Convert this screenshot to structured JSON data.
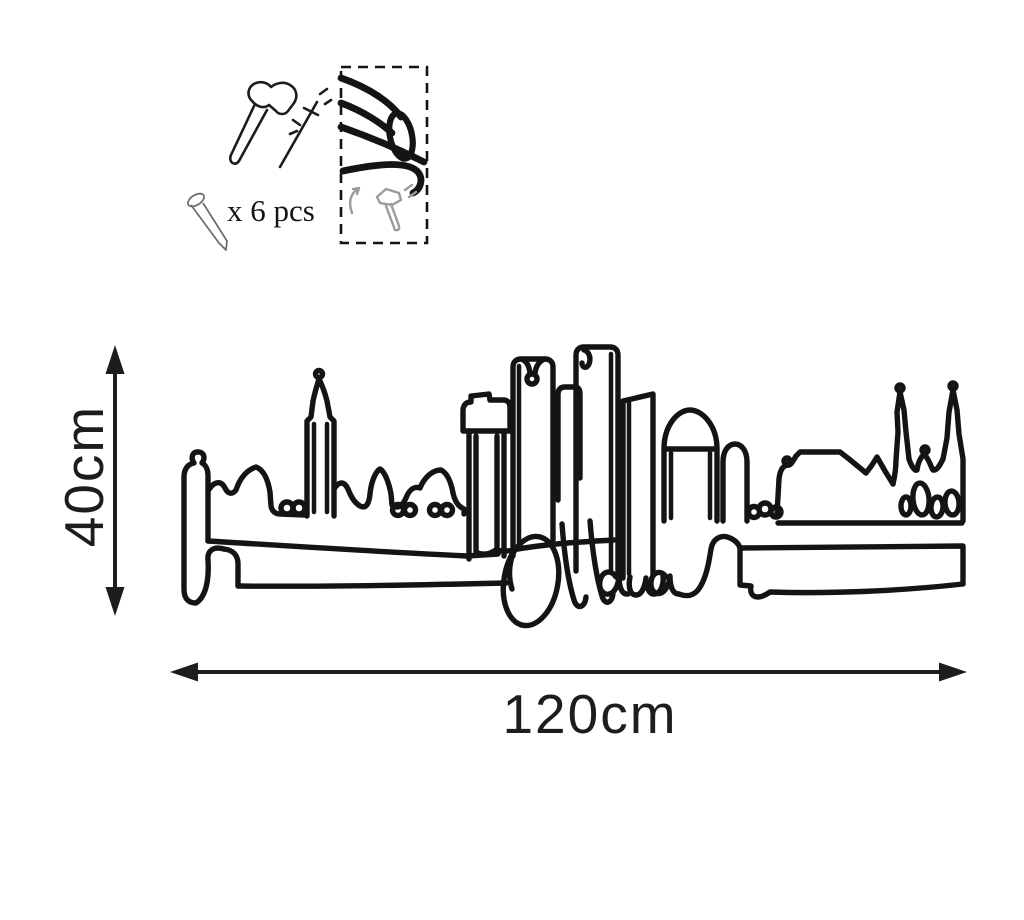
{
  "colors": {
    "background": "#ffffff",
    "line_art": "#161616",
    "hardware_gray": "#9b9b9b"
  },
  "install": {
    "hammer_icon": "hammer-striking-nail",
    "nail_icon": "nail",
    "nail_count_label": "x 6 pcs",
    "detail_box_icon": "hand-pressing-wire-with-hammer"
  },
  "artwork": {
    "city_script": "Ottawa"
  },
  "dimensions": {
    "height_label": "40cm",
    "width_label": "120cm"
  }
}
